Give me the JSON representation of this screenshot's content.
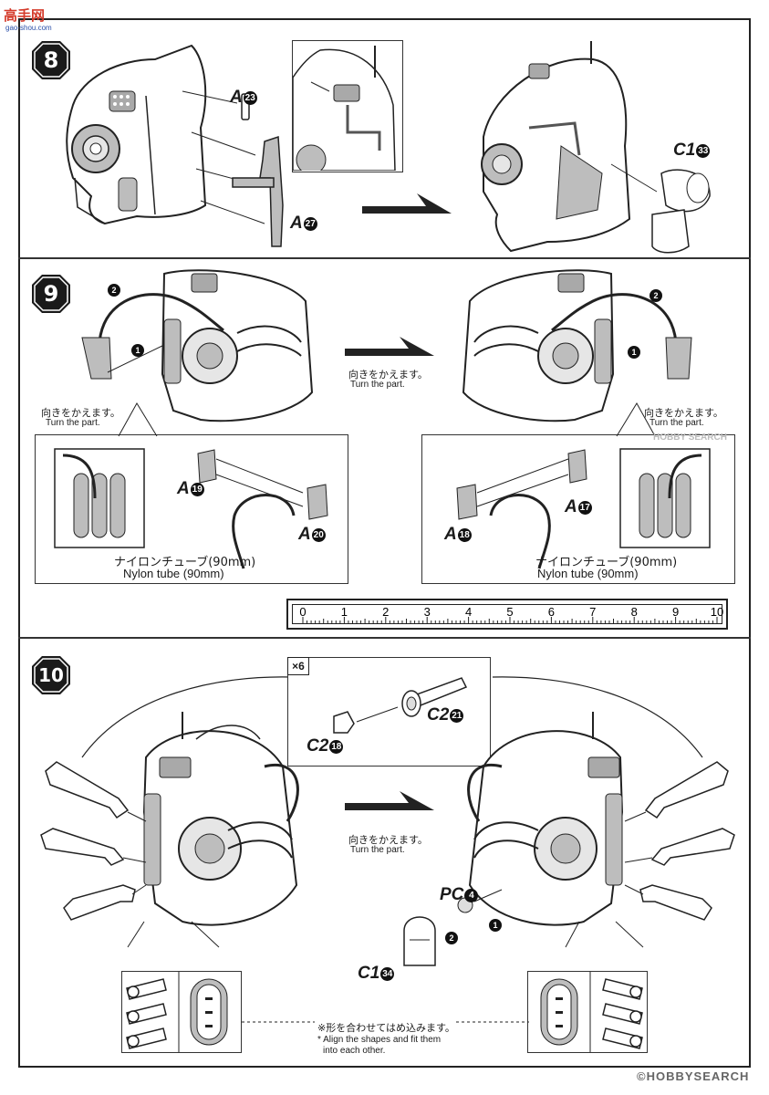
{
  "site_logo": {
    "text": "高手网",
    "sub": "gao-shou.com"
  },
  "watermark": {
    "text": "©HOBBYSEARCH",
    "stamp": "HOBBY SEARCH"
  },
  "steps": [
    {
      "number": "8",
      "labels": {
        "a23": {
          "letter": "A",
          "num": "23"
        },
        "a27": {
          "letter": "A",
          "num": "27"
        },
        "c133": {
          "letter": "C1",
          "num": "33"
        }
      }
    },
    {
      "number": "9",
      "order": {
        "first": "1",
        "second": "2"
      },
      "turn_jp": "向きをかえます。",
      "turn_en": "Turn the part.",
      "left_detail": {
        "a19": {
          "letter": "A",
          "num": "19"
        },
        "a20": {
          "letter": "A",
          "num": "20"
        },
        "tube_jp": "ナイロンチューブ(90mm)",
        "tube_en": "Nylon tube (90mm)"
      },
      "right_detail": {
        "a17": {
          "letter": "A",
          "num": "17"
        },
        "a18": {
          "letter": "A",
          "num": "18"
        },
        "tube_jp": "ナイロンチューブ(90mm)",
        "tube_en": "Nylon tube (90mm)"
      }
    },
    {
      "number": "10",
      "multiplier": "×6",
      "c221": {
        "letter": "C2",
        "num": "21"
      },
      "c218": {
        "letter": "C2",
        "num": "18"
      },
      "pc4": {
        "letter": "PC",
        "num": "4"
      },
      "c134": {
        "letter": "C1",
        "num": "34"
      },
      "order": {
        "first": "1",
        "second": "2"
      },
      "turn_jp": "向きをかえます。",
      "turn_en": "Turn the part.",
      "note_jp": "※形を合わせてはめ込みます。",
      "note_en_1": "* Align the shapes and fit them",
      "note_en_2": "into each other."
    }
  ],
  "ruler": {
    "labels": [
      "0",
      "1",
      "2",
      "3",
      "4",
      "5",
      "6",
      "7",
      "8",
      "9",
      "10"
    ]
  }
}
